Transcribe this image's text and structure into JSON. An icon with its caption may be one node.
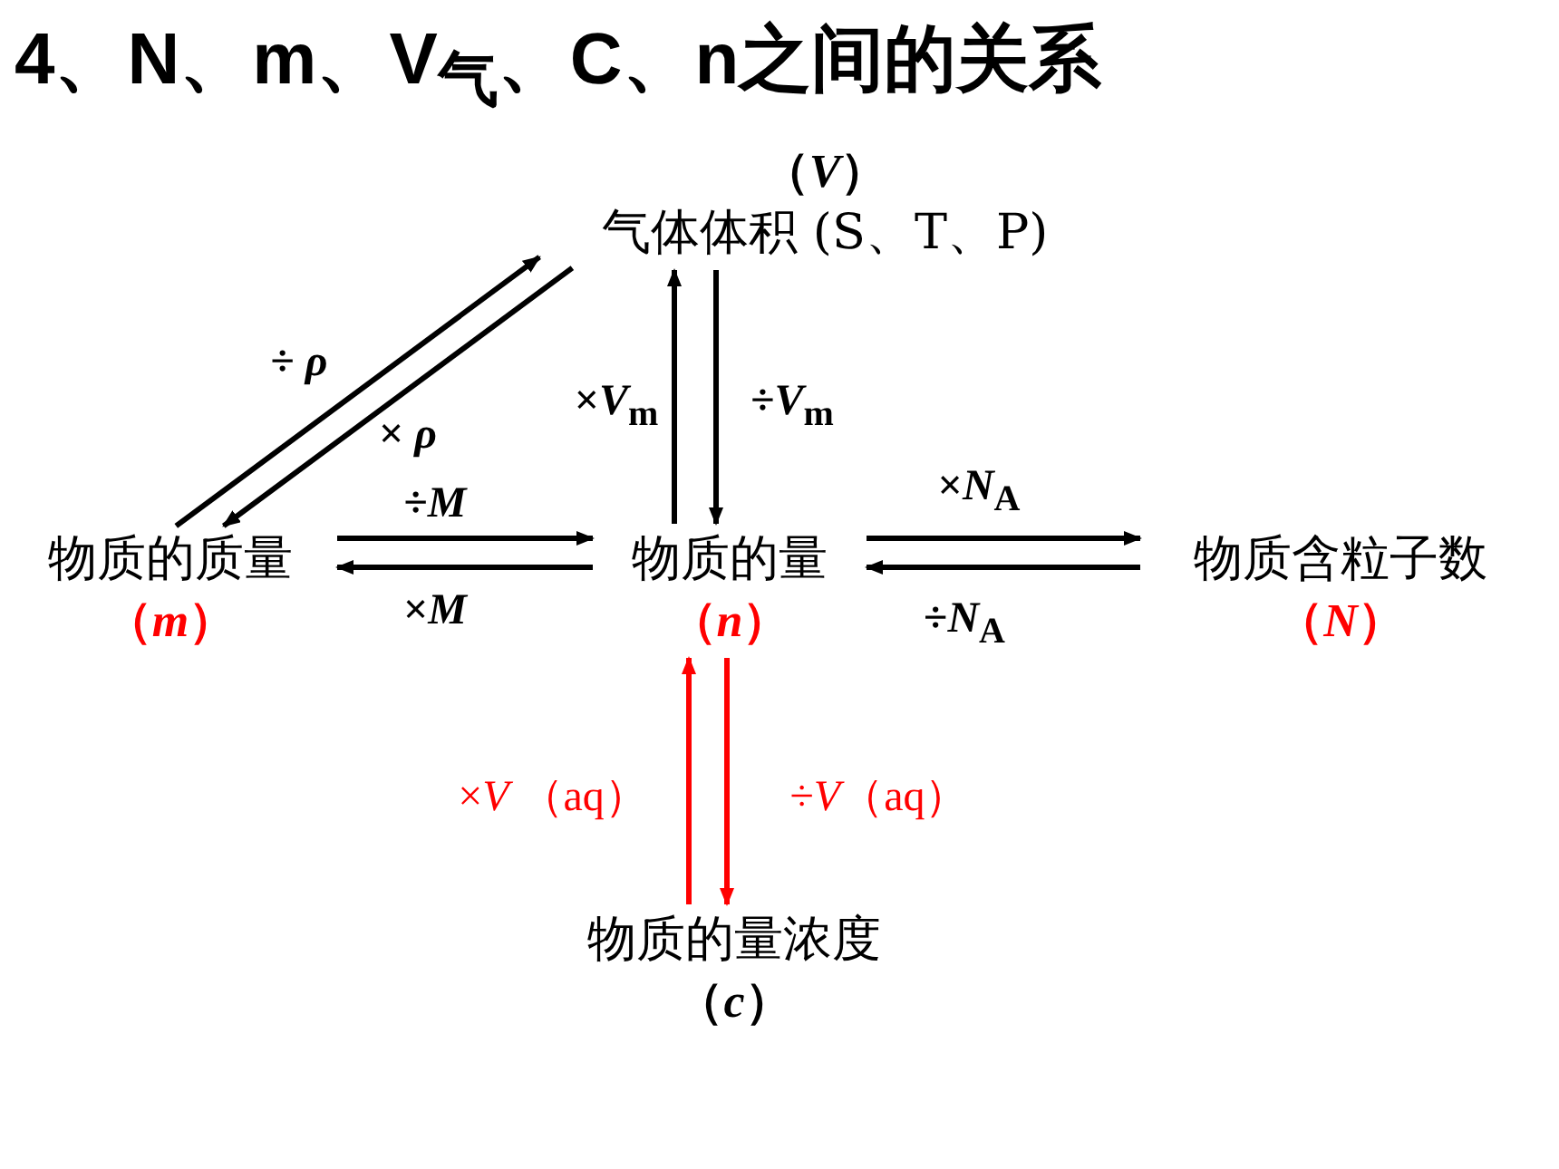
{
  "diagram": {
    "title": "4、N、m、V$_{气}$、C、n之间的关系",
    "nodes": [
      {
        "text": [
          "气体体积 (S、T、P)"
        ],
        "beside": [
          "（*V*）"
        ]
      },
      {
        "text": [
          "物质的质量"
        ],
        "beside": [
          "（*m*）"
        ]
      },
      {
        "text": [
          "物质的量"
        ],
        "beside": [
          "（*n*）"
        ]
      },
      {
        "text": [
          "物质含粒子数"
        ],
        "beside": [
          "（*N*）"
        ]
      },
      {
        "text": [
          "物质的量浓度"
        ],
        "beside": [
          "（*c*）"
        ]
      }
    ],
    "edges": [
      {
        "from": 2,
        "to": 0,
        "arrow": "to",
        "label": "×*V*$_{m}$"
      },
      {
        "from": 0,
        "to": 2,
        "arrow": "to",
        "label": "÷*V*$_{m}$"
      },
      {
        "from": 1,
        "to": 0,
        "arrow": "to",
        "label": "÷ *ρ*"
      },
      {
        "from": 0,
        "to": 1,
        "arrow": "to",
        "label": "× *ρ*"
      },
      {
        "from": 1,
        "to": 2,
        "arrow": "to",
        "label": "÷*M*"
      },
      {
        "from": 2,
        "to": 1,
        "arrow": "to",
        "label": "×*M*"
      },
      {
        "from": 2,
        "to": 3,
        "arrow": "to",
        "label": "×*N*$_{A}$"
      },
      {
        "from": 3,
        "to": 2,
        "arrow": "to",
        "label": "÷*N*$_{A}$"
      },
      {
        "from": 4,
        "to": 2,
        "arrow": "to",
        "label": "×*V* （aq）",
        "color": "#ff0000"
      },
      {
        "from": 2,
        "to": 4,
        "arrow": "to",
        "label": "÷*V*（aq）",
        "color": "#ff0000"
      }
    ]
  }
}
